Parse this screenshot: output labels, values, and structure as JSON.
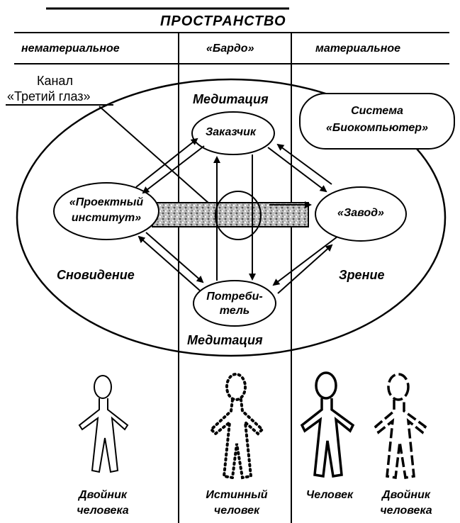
{
  "header": {
    "title": "ПРОСТРАНСТВО",
    "columns": [
      "нематериальное",
      "«Бардо»",
      "материальное"
    ]
  },
  "channel": {
    "line1": "Канал",
    "line2": "«Третий глаз»"
  },
  "labels": {
    "meditation_top": "Медитация",
    "meditation_bottom": "Медитация",
    "dreaming": "Сновидение",
    "vision": "Зрение"
  },
  "nodes": {
    "customer": "Заказчик",
    "institute_l1": "«Проектный",
    "institute_l2": "институт»",
    "factory": "«Завод»",
    "consumer_l1": "Потреби-",
    "consumer_l2": "тель"
  },
  "system_box": {
    "line1": "Система",
    "line2": "«Биокомпьютер»"
  },
  "figures": {
    "double_left_l1": "Двойник",
    "double_left_l2": "человека",
    "true_l1": "Истинный",
    "true_l2": "человек",
    "human": "Человек",
    "double_right_l1": "Двойник",
    "double_right_l2": "человека"
  }
}
